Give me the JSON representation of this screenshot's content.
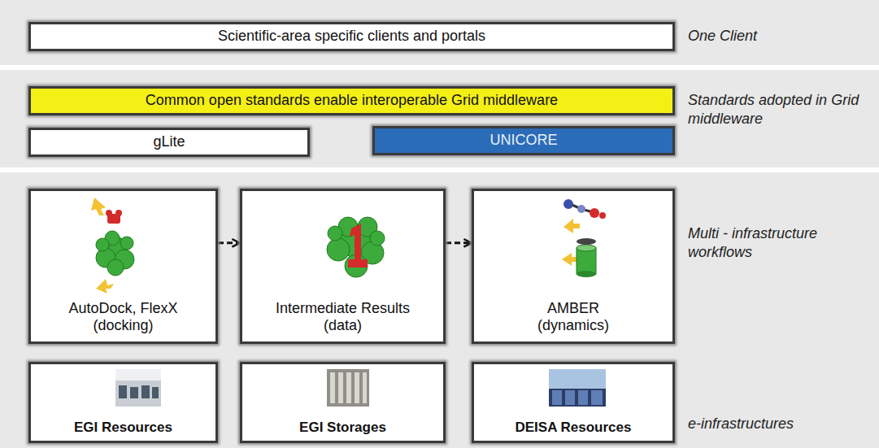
{
  "diagram": {
    "nodes": [
      {
        "text": [
          "Scientific-area specific clients and portals"
        ]
      },
      {
        "text": [
          "Common open standards enable interoperable Grid middleware"
        ]
      },
      {
        "text": [
          "gLite"
        ]
      },
      {
        "text": [
          "UNICORE"
        ]
      },
      {
        "text": [
          "AutoDock, FlexX",
          "(docking)"
        ]
      },
      {
        "text": [
          "Intermediate Results",
          "(data)"
        ]
      },
      {
        "text": [
          "AMBER",
          "(dynamics)"
        ]
      },
      {
        "text": [
          "EGI Resources"
        ]
      },
      {
        "text": [
          "EGI Storages"
        ]
      },
      {
        "text": [
          "DEISA Resources"
        ]
      }
    ],
    "edges": [
      {
        "from": 4,
        "to": 5,
        "arrow": "to"
      },
      {
        "from": 5,
        "to": 6,
        "arrow": "to"
      }
    ],
    "labels": [
      "One Client",
      "Standards adopted in Grid middleware",
      "Multi - infrastructure workflows",
      "e-infrastructures"
    ]
  }
}
